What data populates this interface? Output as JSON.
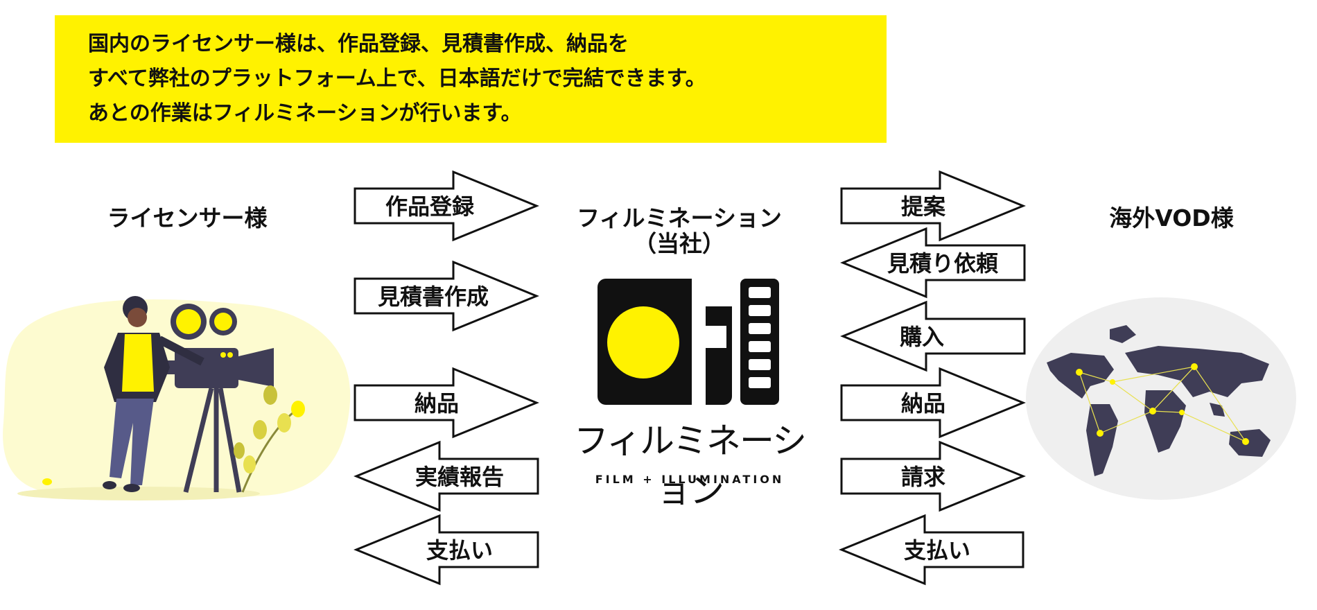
{
  "banner": {
    "lines": [
      "国内のライセンサー様は、作品登録、見積書作成、納品を",
      "すべて弊社のプラットフォーム上で、日本語だけで完結できます。",
      "あとの作業はフィルミネーションが行います。"
    ],
    "background": "#fff200"
  },
  "licensor": {
    "title": "ライセンサー様"
  },
  "company": {
    "title_line1": "フィルミネーション",
    "title_line2": "（当社）",
    "logo_wordmark": "フィルミネーション",
    "logo_tagline": "FILM + ILLUMINATION"
  },
  "vod": {
    "title": "海外VOD様"
  },
  "left_arrows": [
    {
      "label": "作品登録",
      "direction": "right"
    },
    {
      "label": "見積書作成",
      "direction": "right"
    },
    {
      "label": "納品",
      "direction": "right"
    },
    {
      "label": "実績報告",
      "direction": "left"
    },
    {
      "label": "支払い",
      "direction": "left"
    }
  ],
  "right_arrows": [
    {
      "label": "提案",
      "direction": "right"
    },
    {
      "label": "見積り依頼",
      "direction": "left"
    },
    {
      "label": "購入",
      "direction": "left"
    },
    {
      "label": "納品",
      "direction": "right"
    },
    {
      "label": "請求",
      "direction": "right"
    },
    {
      "label": "支払い",
      "direction": "left"
    }
  ],
  "colors": {
    "accent": "#fff200",
    "illustration_dark": "#3f3d56",
    "ink": "#111111"
  },
  "icons": {
    "licensor_illustration": "cameraman-illustration-icon",
    "vod_illustration": "world-map-icon",
    "logo": "filmination-logo-icon"
  }
}
